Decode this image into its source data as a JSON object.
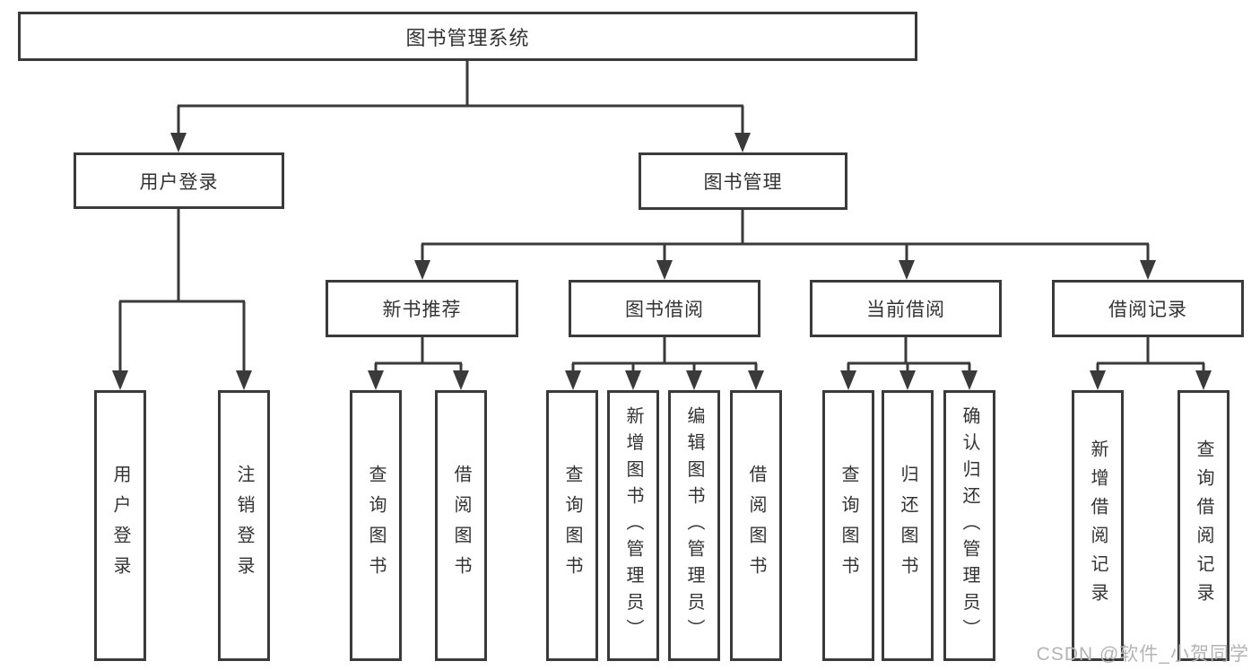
{
  "diagram": {
    "type": "tree",
    "root": {
      "label": "图书管理系统",
      "children": [
        {
          "label": "用户登录",
          "children": [
            {
              "label": "用户登录"
            },
            {
              "label": "注销登录"
            }
          ]
        },
        {
          "label": "图书管理",
          "children": [
            {
              "label": "新书推荐",
              "children": [
                {
                  "label": "查询图书"
                },
                {
                  "label": "借阅图书"
                }
              ]
            },
            {
              "label": "图书借阅",
              "children": [
                {
                  "label": "查询图书"
                },
                {
                  "label": "新增图书（管理员）"
                },
                {
                  "label": "编辑图书（管理员）"
                },
                {
                  "label": "借阅图书"
                }
              ]
            },
            {
              "label": "当前借阅",
              "children": [
                {
                  "label": "查询图书"
                },
                {
                  "label": "归还图书"
                },
                {
                  "label": "确认归还（管理员）"
                }
              ]
            },
            {
              "label": "借阅记录",
              "children": [
                {
                  "label": "新增借阅记录"
                },
                {
                  "label": "查询借阅记录"
                }
              ]
            }
          ]
        }
      ]
    }
  },
  "watermark": "CSDN @软件_小贺同学",
  "colors": {
    "line": "#3a3a3a",
    "text": "#333333",
    "watermark": "#b4b4b4",
    "background": "#ffffff"
  }
}
